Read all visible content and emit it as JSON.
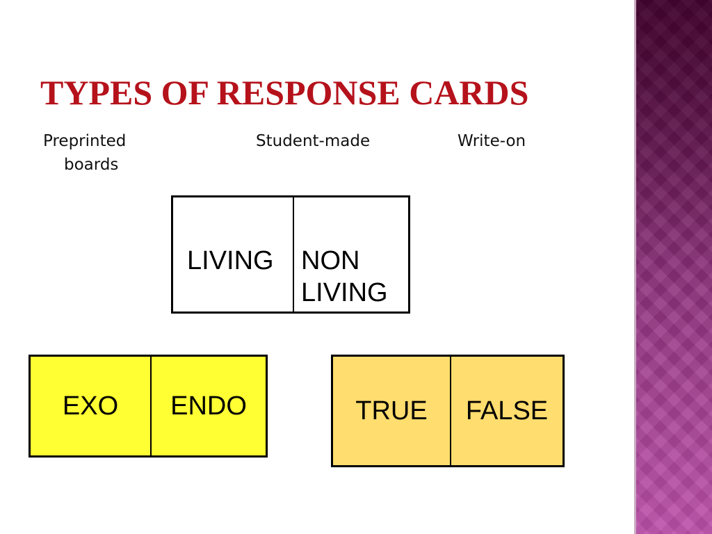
{
  "slide": {
    "title": "TYPES OF RESPONSE CARDS",
    "categories": {
      "preprinted_line1": "Preprinted",
      "preprinted_line2": "boards",
      "student_made": "Student-made",
      "write_on": "Write-on"
    },
    "cards": {
      "living_card": {
        "left": "LIVING",
        "right": "NON LIVING"
      },
      "exo_card": {
        "left": "EXO",
        "right": "ENDO"
      },
      "true_card": {
        "left": "TRUE",
        "right": "FALSE"
      }
    },
    "colors": {
      "title": "#b5121b",
      "exo_card_fill": "#ffff33",
      "true_card_fill": "#ffdd6e",
      "side_band": "#7a2468"
    }
  }
}
